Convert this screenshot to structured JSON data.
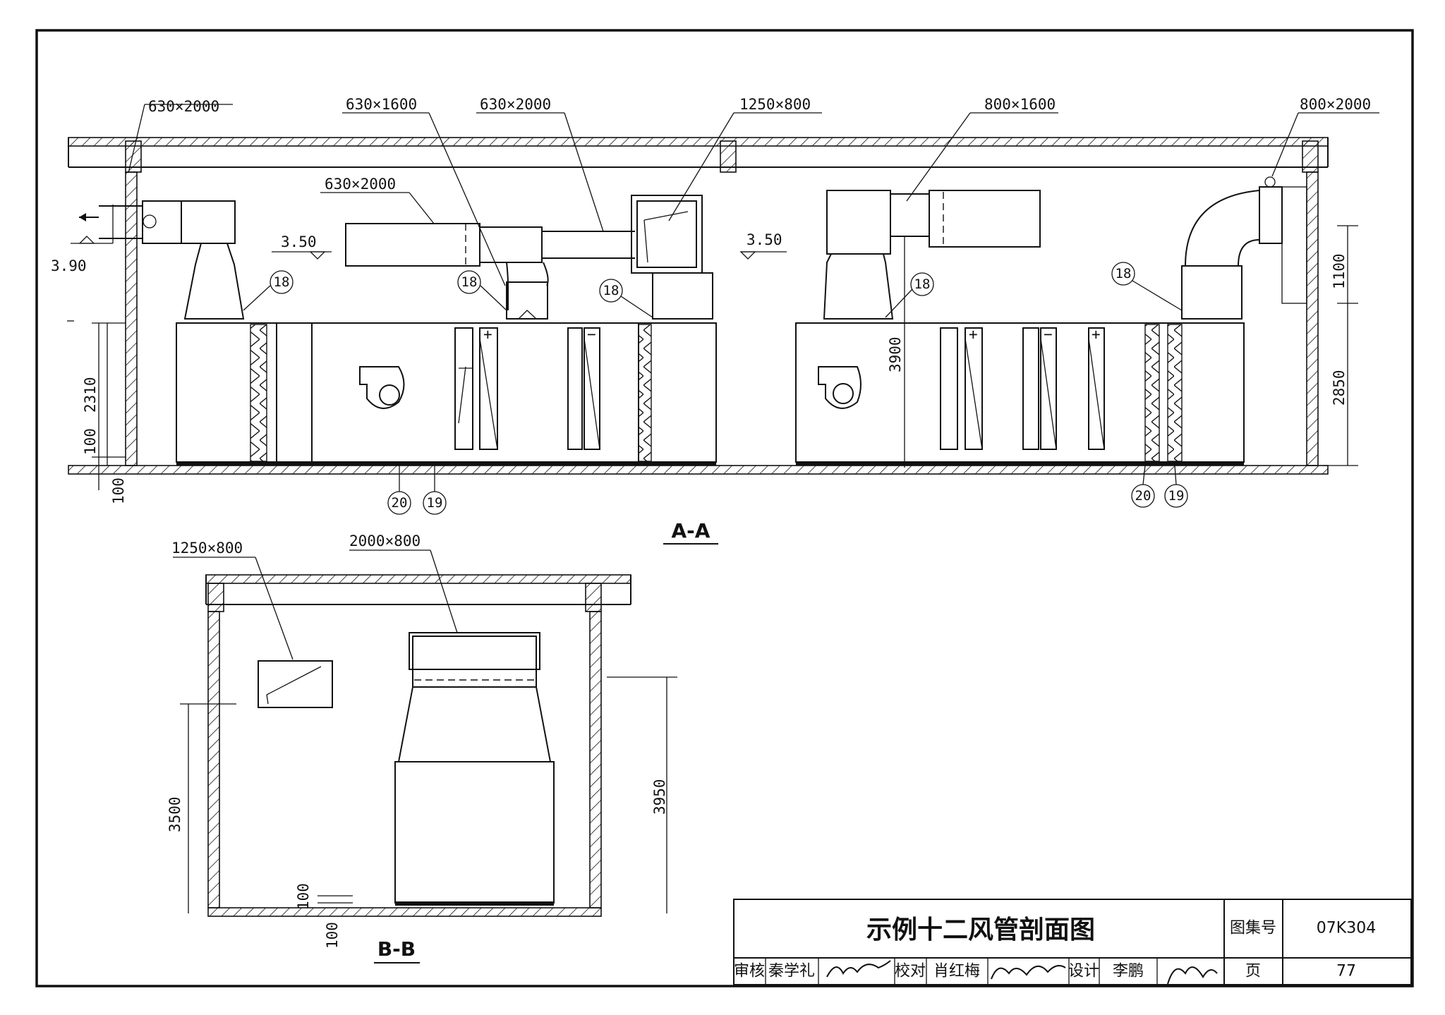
{
  "section_aa": {
    "label": "A-A",
    "duct_sizes": {
      "d1": "630×2000",
      "d2": "630×1600",
      "d3": "630×2000",
      "d4": "630×2000",
      "d5": "1250×800",
      "d6": "800×1600",
      "d7": "800×2000"
    },
    "elevations": {
      "left": "3.90",
      "mid1": "3.50",
      "mid2": "3.50"
    },
    "dimensions": {
      "unit_height_left": "2310",
      "base_left": "100",
      "base_left2": "100",
      "room_height": "3900",
      "right_top": "1100",
      "right_bottom": "2850"
    },
    "callouts": {
      "c18": "18",
      "c19": "19",
      "c20": "20"
    }
  },
  "section_bb": {
    "label": "B-B",
    "duct_sizes": {
      "d1": "1250×800",
      "d2": "2000×800"
    },
    "dimensions": {
      "left": "3500",
      "right": "3950",
      "base1": "100",
      "base2": "100"
    }
  },
  "title_block": {
    "title": "示例十二风管剖面图",
    "atlas_label": "图集号",
    "atlas_no": "07K304",
    "review_label": "审核",
    "reviewer": "秦学礼",
    "check_label": "校对",
    "checker": "肖红梅",
    "design_label": "设计",
    "designer": "李鹏",
    "page_label": "页",
    "page_no": "77"
  }
}
